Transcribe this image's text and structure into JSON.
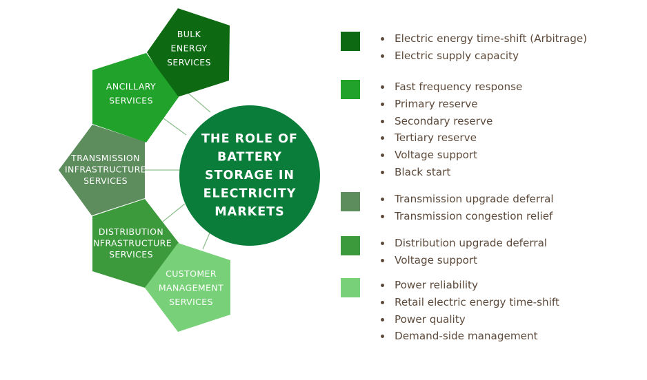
{
  "center": {
    "lines": [
      "THE ROLE OF",
      "BATTERY",
      "STORAGE IN",
      "ELECTRICITY",
      "MARKETS"
    ],
    "color": "#0b7d3a"
  },
  "services": [
    {
      "id": "bulk",
      "lines": [
        "BULK",
        "ENERGY",
        "SERVICES"
      ],
      "color": "#0d6a12"
    },
    {
      "id": "ancillary",
      "lines": [
        "ANCILLARY",
        "SERVICES"
      ],
      "color": "#21a22a"
    },
    {
      "id": "transmission",
      "lines": [
        "TRANSMISSION",
        "INFRASTRUCTURE",
        "SERVICES"
      ],
      "color": "#5d8c5d"
    },
    {
      "id": "distribution",
      "lines": [
        "DISTRIBUTION",
        "INFRASTRUCTURE",
        "SERVICES"
      ],
      "color": "#3c9a3c"
    },
    {
      "id": "customer",
      "lines": [
        "CUSTOMER",
        "MANAGEMENT",
        "SERVICES"
      ],
      "color": "#78d178"
    }
  ],
  "legend": [
    {
      "color": "#0d6a12",
      "items": [
        "Electric energy time-shift (Arbitrage)",
        "Electric supply capacity"
      ]
    },
    {
      "color": "#21a22a",
      "items": [
        "Fast frequency response",
        "Primary reserve",
        "Secondary reserve",
        "Tertiary reserve",
        "Voltage support",
        "Black start"
      ]
    },
    {
      "color": "#5d8c5d",
      "items": [
        "Transmission upgrade deferral",
        "Transmission congestion relief"
      ]
    },
    {
      "color": "#3c9a3c",
      "items": [
        "Distribution upgrade deferral",
        "Voltage support"
      ]
    },
    {
      "color": "#78d178",
      "items": [
        "Power reliability",
        "Retail electric energy time-shift",
        "Power quality",
        "Demand-side management"
      ]
    }
  ]
}
